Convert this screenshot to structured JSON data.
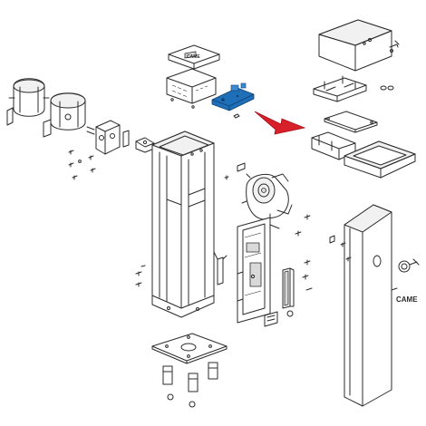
{
  "diagram": {
    "highlight_color": "#1f6fb8",
    "arrow_color": "#d8202a",
    "line_color": "#2b2b2b",
    "logo_text": "CAME",
    "highlighted_part": "control-board",
    "arrow_icon": "right-pointing-arrow"
  }
}
